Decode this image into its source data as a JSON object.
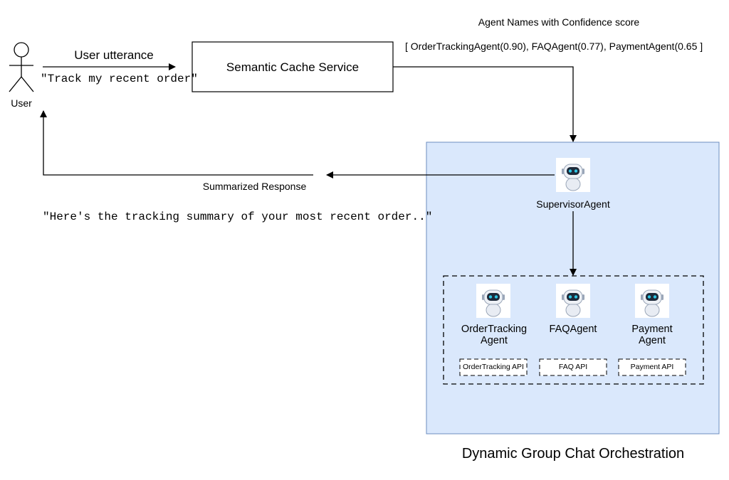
{
  "user": {
    "label": "User"
  },
  "request": {
    "label": "User utterance",
    "utterance": "\"Track my recent order\""
  },
  "cache_service": {
    "label": "Semantic Cache Service"
  },
  "confidence": {
    "title": "Agent Names with Confidence score",
    "list": "[ OrderTrackingAgent(0.90), FAQAgent(0.77), PaymentAgent(0.65 ]"
  },
  "response": {
    "label": "Summarized Response",
    "text": "\"Here's the tracking summary of your most recent order..\""
  },
  "orchestration": {
    "title": "Dynamic Group Chat Orchestration",
    "supervisor": "SupervisorAgent",
    "agents": [
      {
        "name_line1": "OrderTracking",
        "name_line2": "Agent",
        "api": "OrderTracking API"
      },
      {
        "name_line1": "FAQAgent",
        "name_line2": "",
        "api": "FAQ API"
      },
      {
        "name_line1": "Payment",
        "name_line2": "Agent",
        "api": "Payment API"
      }
    ]
  },
  "colors": {
    "panel_fill": "#dae8fc",
    "panel_stroke": "#6c8ebf",
    "robot_eye": "#2ec7e6"
  },
  "icons": [
    "user-stick-figure-icon",
    "robot-icon"
  ]
}
